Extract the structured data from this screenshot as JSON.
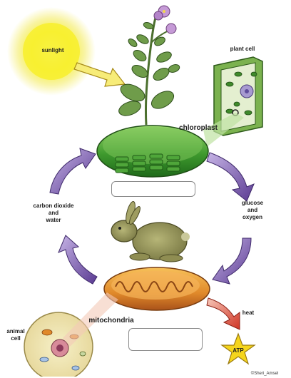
{
  "labels": {
    "sunlight": "sunlight",
    "plant_cell": "plant cell",
    "chloroplast": "chloroplast",
    "carbon_dioxide_and_water": [
      "carbon dioxide",
      "and",
      "water"
    ],
    "glucose_and_oxygen": [
      "glucose",
      "and",
      "oxygen"
    ],
    "mitochondria": "mitochondria",
    "heat": "heat",
    "atp": "ATP",
    "animal_cell": [
      "animal",
      "cell"
    ],
    "credit": "©Sheri_Amsel"
  },
  "blank_boxes": [
    "",
    ""
  ],
  "colors": {
    "sun": "#f6ee2a",
    "chloroplast": "#3f9a2e",
    "mitochondria": "#e0892a",
    "cycle_arrow": "#7b58b0",
    "heat_arrow": "#d8402c",
    "atp_star": "#f5d51c"
  },
  "icons": [
    "sun-icon",
    "plant-icon",
    "plant-cell-icon",
    "chloroplast-icon",
    "rabbit-icon",
    "mitochondria-icon",
    "animal-cell-icon",
    "atp-star-icon"
  ]
}
